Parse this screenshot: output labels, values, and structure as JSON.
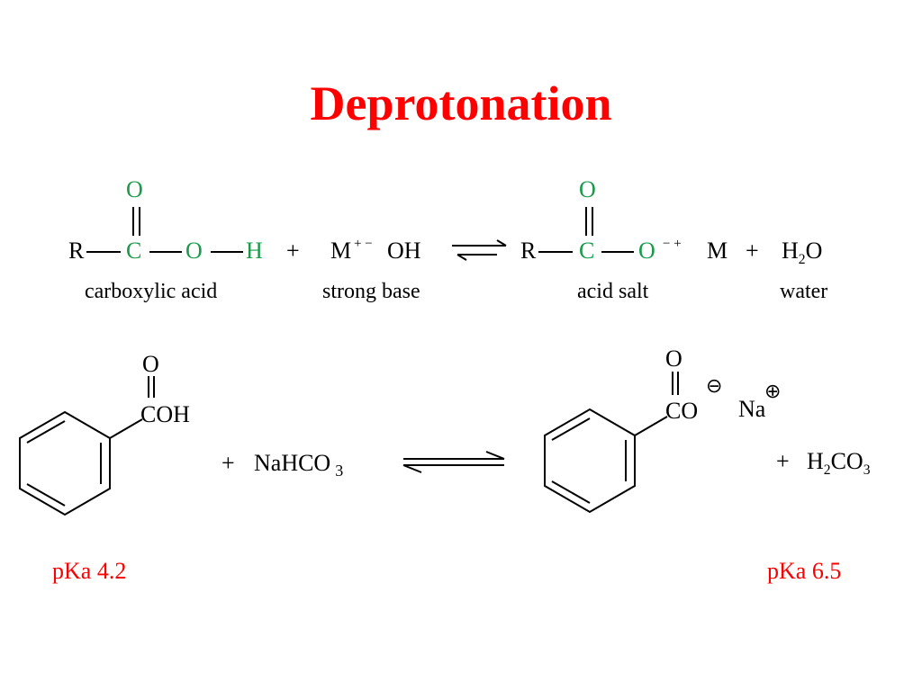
{
  "title": "Deprotonation",
  "colors": {
    "title": "#ff0000",
    "accent_green": "#1a9a4a",
    "pka": "#ff0000",
    "text": "#000000"
  },
  "reaction1": {
    "reactant1": {
      "r": "R",
      "c": "C",
      "o_dbl": "O",
      "o": "O",
      "h": "H",
      "label": "carboxylic acid"
    },
    "plus1": "+",
    "base": {
      "m": "M",
      "charges": "+ −",
      "oh": "OH",
      "label": "strong base"
    },
    "product1": {
      "r": "R",
      "c": "C",
      "o_dbl": "O",
      "o": "O",
      "charges": "− +",
      "m": "M",
      "label": "acid salt"
    },
    "plus2": "+",
    "water": {
      "h": "H",
      "sub": "2",
      "o": "O",
      "label": "water"
    }
  },
  "reaction2": {
    "reactant": {
      "o": "O",
      "group": "COH",
      "pka_label": "pKa  4.2"
    },
    "plus1": "+",
    "reagent": {
      "formula": "NaHCO",
      "sub": "3"
    },
    "product": {
      "o": "O",
      "group": "CO",
      "minus": "⊖",
      "na": "Na",
      "plus_charge": "⊕",
      "pka_label": "pKa  6.5"
    },
    "plus2": "+",
    "byproduct": {
      "h": "H",
      "sub1": "2",
      "co": "CO",
      "sub2": "3"
    }
  }
}
